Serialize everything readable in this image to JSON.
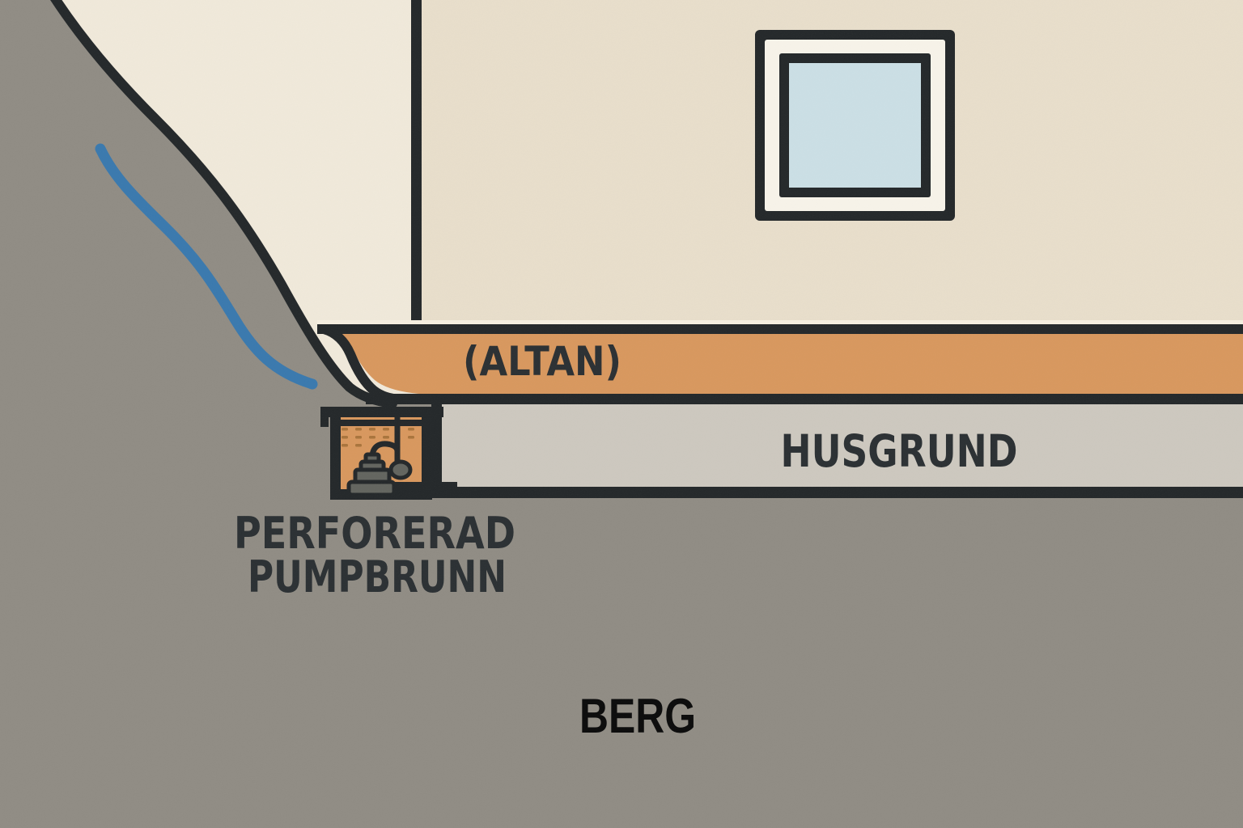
{
  "diagram": {
    "type": "cross-section-illustration",
    "labels": {
      "deck": "(ALTAN)",
      "foundation": "HUSGRUND",
      "pump_well_line1": "PERFORERAD",
      "pump_well_line2": "PUMPBRUNN",
      "bedrock": "BERG"
    },
    "colors": {
      "sky_cream": "#f0e9da",
      "wall_cream": "#e8decb",
      "highlight_cream": "#f6efe0",
      "outline_dark": "#24282a",
      "deck_orange": "#d8985e",
      "perforation_brown": "#a9743c",
      "foundation_gray": "#cdc8bf",
      "bedrock_gray": "#908c84",
      "pump_gray": "#63655f",
      "water_blue": "#3a79ae",
      "window_glass_blue": "#cbdfe5",
      "window_frame_white": "#f7f3e9",
      "label_dark": "#2b3033",
      "bedrock_label_black": "#0b0b0b"
    },
    "icons": {
      "pump": "sump-pump-icon",
      "float": "float-switch-icon",
      "water": "water-flow-line"
    },
    "well": {
      "perforation_marks": 12
    }
  }
}
